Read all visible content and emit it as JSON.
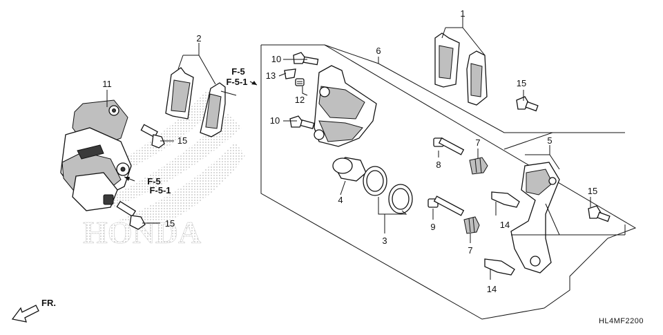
{
  "diagram": {
    "callouts": [
      {
        "id": "c1",
        "label": "1"
      },
      {
        "id": "c2",
        "label": "2"
      },
      {
        "id": "c3",
        "label": "3"
      },
      {
        "id": "c4",
        "label": "4"
      },
      {
        "id": "c5",
        "label": "5"
      },
      {
        "id": "c6",
        "label": "6"
      },
      {
        "id": "c7a",
        "label": "7"
      },
      {
        "id": "c7b",
        "label": "7"
      },
      {
        "id": "c8",
        "label": "8"
      },
      {
        "id": "c9",
        "label": "9"
      },
      {
        "id": "c10a",
        "label": "10"
      },
      {
        "id": "c10b",
        "label": "10"
      },
      {
        "id": "c11",
        "label": "11"
      },
      {
        "id": "c12",
        "label": "12"
      },
      {
        "id": "c13",
        "label": "13"
      },
      {
        "id": "c14a",
        "label": "14"
      },
      {
        "id": "c14b",
        "label": "14"
      },
      {
        "id": "c15a",
        "label": "15"
      },
      {
        "id": "c15b",
        "label": "15"
      },
      {
        "id": "c15c",
        "label": "15"
      },
      {
        "id": "c15d",
        "label": "15"
      }
    ],
    "references": {
      "top_f5": "F-5",
      "top_f51": "F-5-1",
      "mid_f5": "F-5",
      "mid_f51": "F-5-1"
    },
    "front_indicator": "FR.",
    "watermark": "HONDA",
    "diagram_code": "HL4MF2200"
  }
}
